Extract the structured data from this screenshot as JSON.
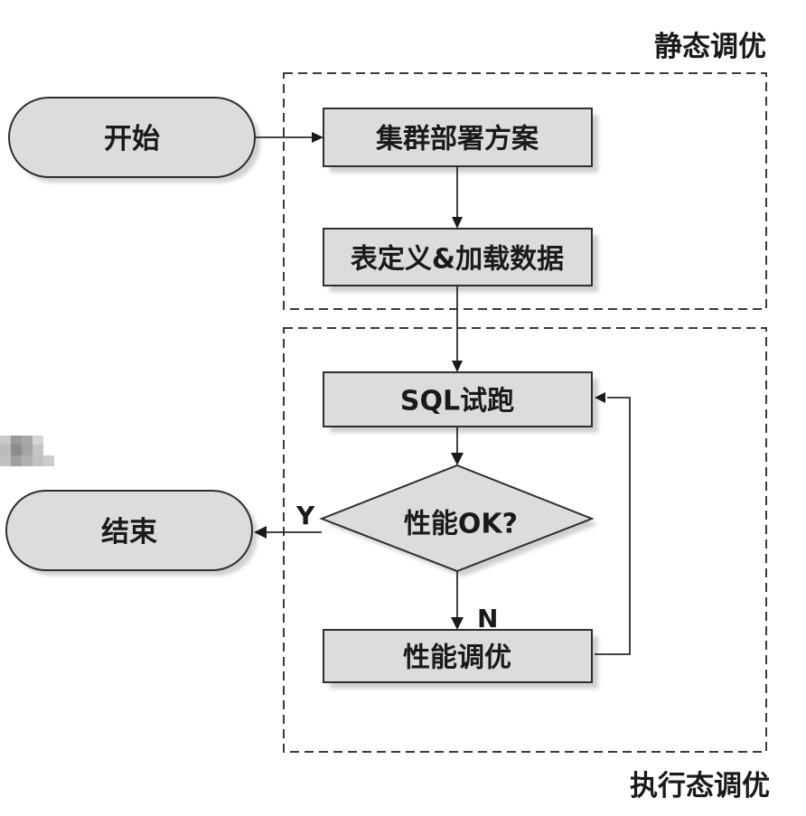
{
  "groups": {
    "static": {
      "label": "静态调优"
    },
    "runtime": {
      "label": "执行态调优"
    }
  },
  "nodes": {
    "start": {
      "label": "开始",
      "shape": "terminator"
    },
    "cluster_plan": {
      "label": "集群部署方案",
      "shape": "process"
    },
    "table_def": {
      "label": "表定义&加载数据",
      "shape": "process"
    },
    "sql_trial": {
      "label": "SQL试跑",
      "shape": "process"
    },
    "perf_check": {
      "label": "性能OK?",
      "shape": "decision"
    },
    "perf_tune": {
      "label": "性能调优",
      "shape": "process"
    },
    "end": {
      "label": "结束",
      "shape": "terminator"
    }
  },
  "edges": {
    "yes_label": "Y",
    "no_label": "N",
    "list": [
      {
        "from": "start",
        "to": "cluster_plan"
      },
      {
        "from": "cluster_plan",
        "to": "table_def"
      },
      {
        "from": "table_def",
        "to": "sql_trial"
      },
      {
        "from": "sql_trial",
        "to": "perf_check"
      },
      {
        "from": "perf_check",
        "to": "end",
        "label": "Y"
      },
      {
        "from": "perf_check",
        "to": "perf_tune",
        "label": "N"
      },
      {
        "from": "perf_tune",
        "to": "sql_trial"
      }
    ]
  },
  "colors": {
    "node_fill": "#dcdcdc",
    "stroke": "#2e2e2e",
    "text": "#1a1a1a",
    "background": "#ffffff"
  }
}
